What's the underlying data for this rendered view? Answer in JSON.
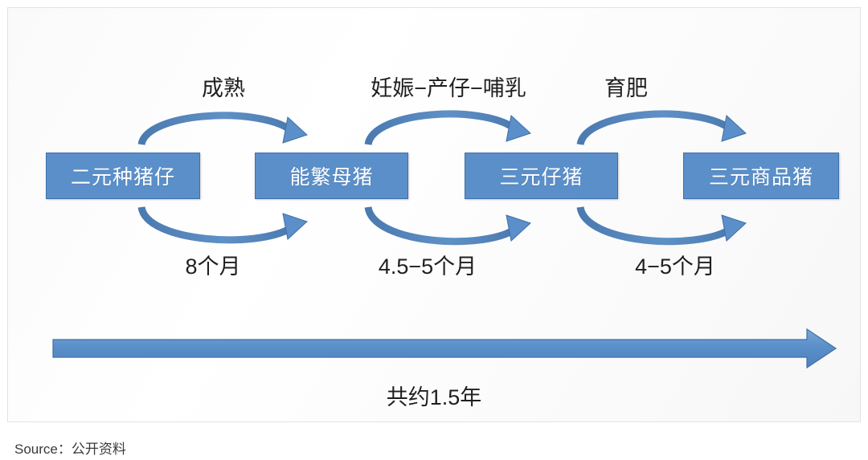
{
  "figure": {
    "title_caption": "共约1.5年",
    "source_label": "Source：公开资料"
  },
  "colors": {
    "box_fill": "#5b8fc9",
    "box_border": "#3f6fa8",
    "box_text": "#ffffff",
    "arrow_fill": "#5b8fc9",
    "arrow_stroke": "#3f6fa8",
    "panel_border": "#e3e3e3",
    "caption_text": "#1f1f1f"
  },
  "diagram": {
    "type": "flow-cycle",
    "stages": [
      {
        "id": "stage-0",
        "label": "二元种猪仔"
      },
      {
        "id": "stage-1",
        "label": "能繁母猪"
      },
      {
        "id": "stage-2",
        "label": "三元仔猪"
      },
      {
        "id": "stage-3",
        "label": "三元商品猪"
      }
    ],
    "transitions": [
      {
        "from": "二元种猪仔",
        "to": "能繁母猪",
        "process_label": "成熟",
        "duration_label": "8个月",
        "direction": "right"
      },
      {
        "from": "能繁母猪",
        "to": "三元仔猪",
        "process_label": "妊娠−产仔−哺乳",
        "duration_label": "4.5−5个月",
        "direction": "right"
      },
      {
        "from": "三元仔猪",
        "to": "三元商品猪",
        "process_label": "育肥",
        "duration_label": "4−5个月",
        "direction": "right"
      }
    ],
    "timeline": {
      "label": "共约1.5年",
      "direction": "right"
    }
  }
}
